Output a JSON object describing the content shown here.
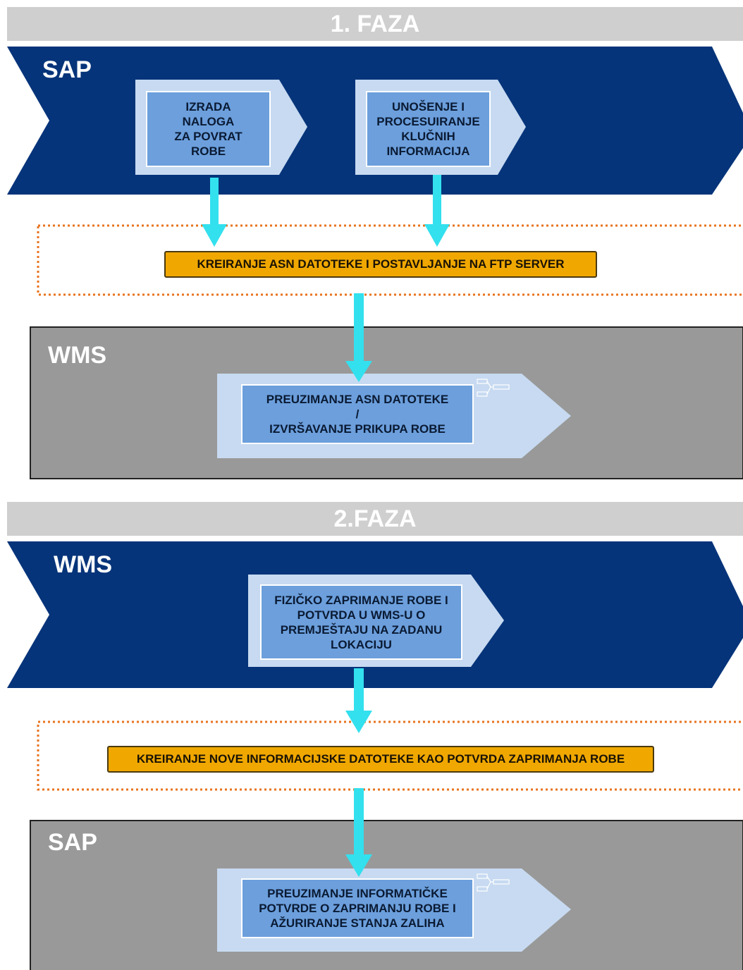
{
  "phase1": {
    "title": "1. FAZA",
    "sap_label": "SAP",
    "process_1": "IZRADA\nNALOGA\nZA POVRAT\nROBE",
    "process_2": "UNOŠENJE I\nPROCESUIRANJE\nKLUČNIH\nINFORMACIJA",
    "interface_step": "KREIRANJE ASN DATOTEKE I POSTAVLJANJE NA FTP SERVER",
    "wms_label": "WMS",
    "wms_step": "PREUZIMANJE ASN DATOTEKE\n/\nIZVRŠAVANJE PRIKUPA ROBE"
  },
  "phase2": {
    "title": "2.FAZA",
    "wms_label": "WMS",
    "process_1": "FIZIČKO ZAPRIMANJE ROBE I\nPOTVRDA U WMS-U O\nPREMJEŠTAJU NA ZADANU\nLOKACIJU",
    "interface_step": "KREIRANJE NOVE INFORMACIJSKE DATOTEKE KAO POTVRDA ZAPRIMANJA ROBE",
    "sap_label": "SAP",
    "sap_step": "PREUZIMANJE INFORMATIČKE\nPOTVRDE O ZAPRIMANJU ROBE I\nAŽURIRANJE STANJA ZALIHA"
  },
  "colors": {
    "lane_blue": "#06347a",
    "lane_gray": "#999999",
    "box_inner": "#6c9fdc",
    "box_outer": "#c7daf1",
    "arrow": "#33e0ee",
    "interface_orange": "#f0a800",
    "dotted_border": "#e8731e"
  }
}
